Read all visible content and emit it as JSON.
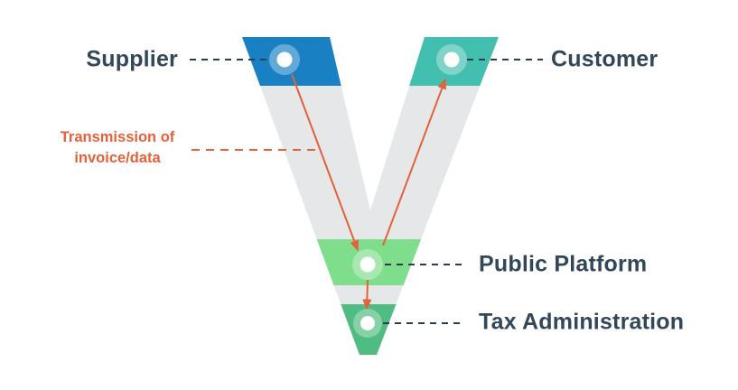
{
  "colors": {
    "blue": "#1a80c4",
    "teal": "#43bfaf",
    "light_green": "#7fde8b",
    "dark_green": "#4fbc81",
    "gray_v": "#e5e7e8",
    "orange": "#e4613c",
    "slate_text": "#33475b",
    "dash_line": "#2d3e50",
    "dot_ring": "rgba(255,255,255,0.32)",
    "dot_center": "#ffffff"
  },
  "nodes": [
    {
      "id": "supplier",
      "label": "Supplier",
      "color": "#1a80c4"
    },
    {
      "id": "customer",
      "label": "Customer",
      "color": "#43bfaf"
    },
    {
      "id": "public_platform",
      "label": "Public Platform",
      "color": "#7fde8b"
    },
    {
      "id": "tax_administration",
      "label": "Tax Administration",
      "color": "#4fbc81"
    }
  ],
  "annotation": {
    "line1": "Transmission of",
    "line2": "invoice/data",
    "color": "#e4613c"
  },
  "flows": [
    {
      "from": "Supplier",
      "to": "Public Platform",
      "label": "Transmission of invoice/data"
    },
    {
      "from": "Public Platform",
      "to": "Customer",
      "label": ""
    },
    {
      "from": "Public Platform",
      "to": "Tax Administration",
      "label": ""
    }
  ]
}
